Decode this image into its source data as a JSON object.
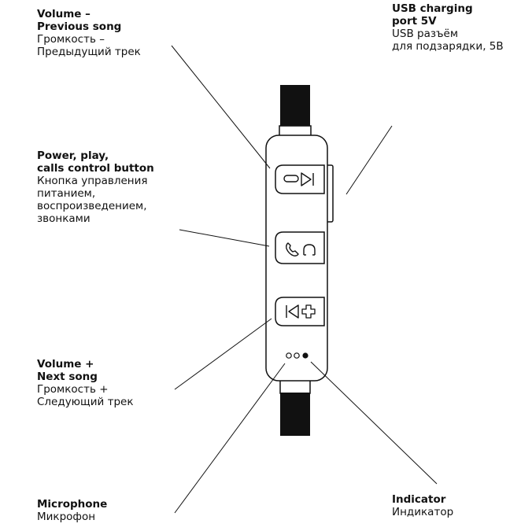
{
  "labels": {
    "volume_prev": {
      "en": [
        "Volume –",
        "Previous song"
      ],
      "ru": [
        "Громкость –",
        "Предыдущий трек"
      ]
    },
    "power": {
      "en": [
        "Power, play,",
        "calls control button"
      ],
      "ru": [
        "Кнопка управления",
        "питанием,",
        "воспроизведением,",
        "звонками"
      ]
    },
    "volume_next": {
      "en": [
        "Volume +",
        "Next song"
      ],
      "ru": [
        "Громкость +",
        "Следующий трек"
      ]
    },
    "microphone": {
      "en": [
        "Microphone"
      ],
      "ru": [
        "Микрофон"
      ]
    },
    "usb": {
      "en": [
        "USB charging",
        "port 5V"
      ],
      "ru": [
        "USB разъём",
        "для подзарядки, 5В"
      ]
    },
    "indicator": {
      "en": [
        "Indicator"
      ],
      "ru": [
        "Индикатор"
      ]
    }
  },
  "icons": {
    "top_button": [
      "minus-icon",
      "skip-next-icon"
    ],
    "middle_button": [
      "phone-icon",
      "headphones-icon"
    ],
    "bottom_button": [
      "skip-previous-icon",
      "plus-icon"
    ],
    "holes": [
      "microphone-hole-icon",
      "microphone-hole-icon",
      "indicator-led-icon"
    ]
  }
}
